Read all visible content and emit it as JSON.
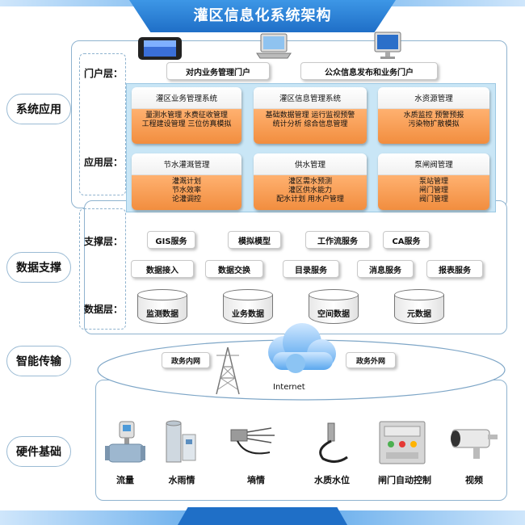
{
  "title": "灌区信息化系统架构",
  "sections": {
    "system_app": "系统应用",
    "data_support": "数据支撑",
    "smart_transfer": "智能传输",
    "hardware": "硬件基础"
  },
  "layers": {
    "portal": "门户层：",
    "application": "应用层：",
    "support": "支撑层：",
    "data": "数据层："
  },
  "portal_items": [
    "对内业务管理门户",
    "公众信息发布和业务门户"
  ],
  "app_modules": [
    {
      "title": "灌区业务管理系统",
      "lines": [
        "量测水管理  水费征收管理",
        "工程建设管理  三位仿真模拟"
      ]
    },
    {
      "title": "灌区信息管理系统",
      "lines": [
        "基础数据管理  运行监视预警",
        "统计分析      综合信息管理"
      ]
    },
    {
      "title": "水资源管理",
      "lines": [
        "水质监控  预警预报",
        "污染物扩散模拟"
      ]
    },
    {
      "title": "节水灌溉管理",
      "lines": [
        "灌溉计划",
        "节水效率",
        "论灌调控"
      ]
    },
    {
      "title": "供水管理",
      "lines": [
        "灌区需水预测",
        "灌区供水能力",
        "配水计划    用水户管理"
      ]
    },
    {
      "title": "泵闸阀管理",
      "lines": [
        "泵站管理",
        "闸门管理",
        "阀门管理"
      ]
    }
  ],
  "support_row1": [
    "GIS服务",
    "模拟模型",
    "工作流服务",
    "CA服务"
  ],
  "support_row2": [
    "数据接入",
    "数据交换",
    "目录服务",
    "消息服务",
    "报表服务"
  ],
  "databases": [
    "监测数据",
    "业务数据",
    "空间数据",
    "元数据"
  ],
  "network": {
    "intranet": "政务内网",
    "extranet": "政务外网",
    "internet": "Internet"
  },
  "hardware_items": [
    "流量",
    "水雨情",
    "墒情",
    "水质水位",
    "闸门自动控制",
    "视频"
  ]
}
